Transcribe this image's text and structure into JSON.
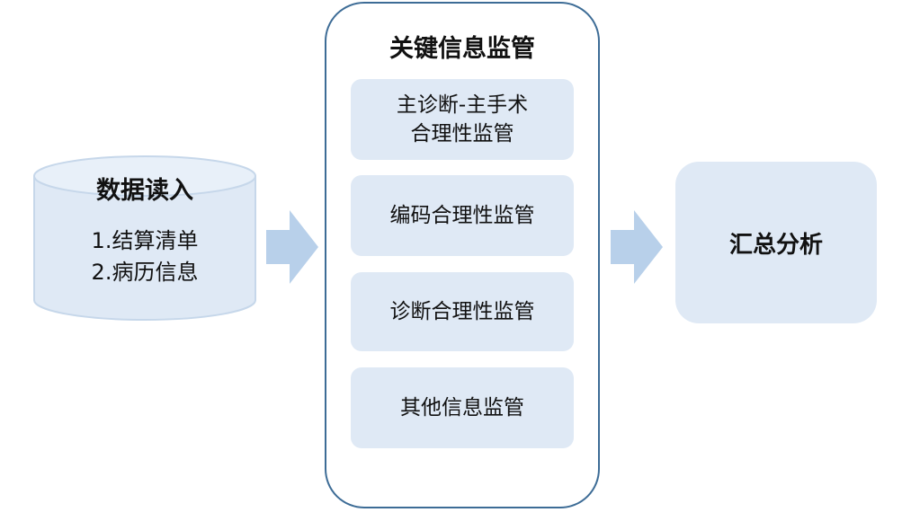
{
  "input": {
    "title": "数据读入",
    "lines": [
      "1.结算清单",
      "2.病历信息"
    ]
  },
  "monitor": {
    "title": "关键信息监管",
    "items": [
      {
        "line1": "主诊断-主手术",
        "line2": "合理性监管"
      },
      {
        "line1": "编码合理性监管"
      },
      {
        "line1": "诊断合理性监管"
      },
      {
        "line1": "其他信息监管"
      }
    ]
  },
  "summary": {
    "label": "汇总分析"
  },
  "colors": {
    "box_fill": "#dfe9f5",
    "panel_border": "#3d6c96",
    "arrow_fill": "#b8d0ea",
    "cylinder_stroke": "#c6d7ea"
  }
}
